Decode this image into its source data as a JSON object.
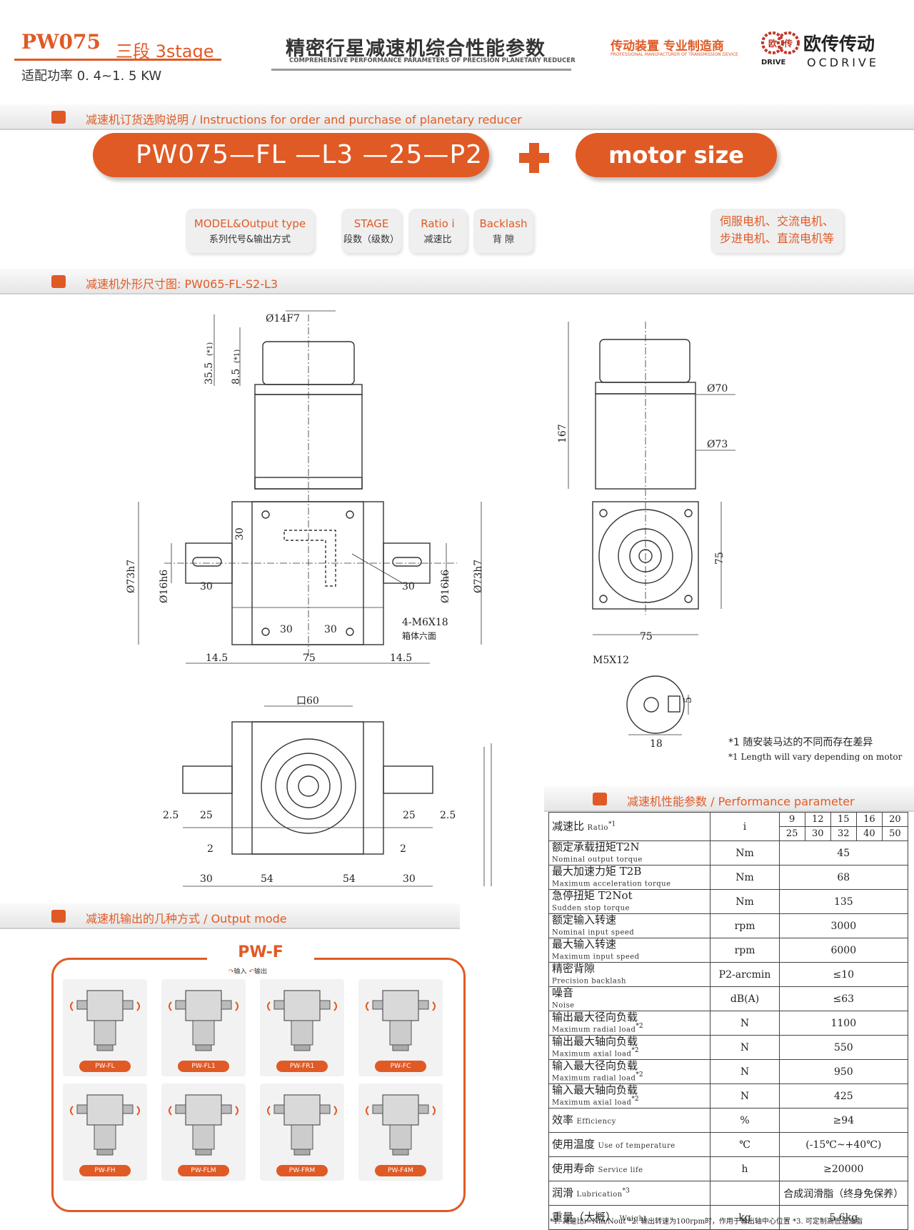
{
  "header": {
    "model": "PW075",
    "stage": "三段 3stage",
    "power": "适配功率 0. 4~1. 5 KW",
    "title_cn": "精密行星减速机综合性能参数",
    "title_en": "COMPREHENSIVE PERFORMANCE PARAMETERS OF PRECISION PLANETARY REDUCER",
    "tagline_cn": "传动装置 专业制造商",
    "tagline_en": "PROFESSIONAL MANUFACTURER OF TRANSMISSION DEVICE",
    "brand_cn": "欧传传动",
    "brand_en": "OCDRIVE",
    "logo_small": "DRIVE",
    "logo_chars": [
      "欧",
      "传"
    ]
  },
  "sections": {
    "order": {
      "cn": "减速机订货选购说明",
      "en": " / Instructions for order and purchase of planetary reducer"
    },
    "drawing": {
      "cn": "减速机外形尺寸图",
      "en": ": PW065-FL-S2-L3"
    },
    "output": {
      "cn": "减速机输出的几种方式",
      "en": " / Output mode"
    },
    "performance": {
      "cn": "减速机性能参数",
      "en": " / Performance parameter"
    }
  },
  "order": {
    "code": "PW075—FL —L3 —25—P2",
    "plus": "+",
    "motor_size": "motor size",
    "chips": [
      {
        "en": "MODEL&Output type",
        "cn": "系列代号&输出方式"
      },
      {
        "en": "STAGE",
        "cn": "段数（级数）"
      },
      {
        "en": "Ratio i",
        "cn": "减速比"
      },
      {
        "en": "Backlash",
        "cn": "背  隙"
      }
    ],
    "motor_types_line1": "伺服电机、交流电机、",
    "motor_types_line2": "步进电机、直流电机等"
  },
  "drawing": {
    "labels": {
      "shaft_bore": "Ø14F7",
      "len_35": "35.5",
      "star1": "(*1)",
      "len_8": "8.5",
      "d73a": "Ø73h7",
      "d73b": "Ø73h7",
      "d16a": "Ø16h6",
      "d16b": "Ø16h6",
      "d30": "30",
      "d75": "75",
      "d14_5": "14.5",
      "screw": "4-M6X18",
      "screw_cn": "箱体六面",
      "len_167": "167",
      "d70": "Ø70",
      "d73": "Ø73",
      "m5": "M5X12",
      "d5": "5",
      "d18": "18",
      "sq60": "口60",
      "d2_5": "2.5",
      "d25": "25",
      "d2": "2",
      "d54": "54"
    },
    "footnote_cn": "*1 随安装马达的不同而存在差异",
    "footnote_en": "*1 Length will vary depending on motor"
  },
  "output_mode": {
    "title": "PW-F",
    "legend_in": "输入",
    "legend_out": "输出",
    "cards": [
      "PW-FL",
      "PW-FL1",
      "PW-FR1",
      "PW-FC",
      "PW-FH",
      "PW-FLM",
      "PW-FRM",
      "PW-F4M"
    ]
  },
  "performance": {
    "ratio_label_cn": "减速比",
    "ratio_label_en": "Ratio",
    "ratio_unit": "i",
    "ratios_row1": [
      "9",
      "12",
      "15",
      "16",
      "20"
    ],
    "ratios_row2": [
      "25",
      "30",
      "32",
      "40",
      "50"
    ],
    "rows": [
      {
        "cn": "额定承载扭矩T2N",
        "en": "Nominal output torque",
        "unit": "Nm",
        "value": "45",
        "sup": ""
      },
      {
        "cn": "最大加速力矩 T2B",
        "en": "Maximum acceleration torque",
        "unit": "Nm",
        "value": "68",
        "sup": ""
      },
      {
        "cn": "急停扭矩 T2Not",
        "en": "Sudden stop torque",
        "unit": "Nm",
        "value": "135",
        "sup": ""
      },
      {
        "cn": "额定输入转速",
        "en": "Nominal input speed",
        "unit": "rpm",
        "value": "3000",
        "sup": ""
      },
      {
        "cn": "最大输入转速",
        "en": "Maximum input speed",
        "unit": "rpm",
        "value": "6000",
        "sup": ""
      },
      {
        "cn": "精密背隙",
        "en": "Precision backlash",
        "unit": "P2-arcmin",
        "value": "≤10",
        "sup": ""
      },
      {
        "cn": "噪音",
        "en": "Noise",
        "unit": "dB(A)",
        "value": "≤63",
        "sup": ""
      },
      {
        "cn": "输出最大径向负载",
        "en": "Maximum radial load",
        "unit": "N",
        "value": "1100",
        "sup": "*2"
      },
      {
        "cn": "输出最大轴向负载",
        "en": "Maximum axial load",
        "unit": "N",
        "value": "550",
        "sup": "*2"
      },
      {
        "cn": "输入最大径向负载",
        "en": "Maximum radial load",
        "unit": "N",
        "value": "950",
        "sup": "*2"
      },
      {
        "cn": "输入最大轴向负载",
        "en": "Maximum axial load",
        "unit": "N",
        "value": "425",
        "sup": "*2"
      },
      {
        "cn": "效率",
        "en": "Efficiency",
        "unit": "%",
        "value": "≥94",
        "sup": ""
      },
      {
        "cn": "使用温度",
        "en": "Use of temperature",
        "unit": "℃",
        "value": "(-15℃~+40℃)",
        "sup": ""
      },
      {
        "cn": "使用寿命",
        "en": "Service life",
        "unit": "h",
        "value": "≥20000",
        "sup": ""
      },
      {
        "cn": "润滑",
        "en": "Lubrication",
        "unit": "",
        "value": "合成润滑脂（终身免保养）",
        "sup": "*3"
      },
      {
        "cn": "重量（大概）",
        "en": "Weight",
        "unit": "kg",
        "value": "5.6kg",
        "sup": ""
      }
    ],
    "footnote": "*1. 减速比i=Nin/Nout   *2. 输出转速为100rpm时，作用于输出轴中心位置   *3. 可定制高低温油脂"
  },
  "colors": {
    "accent": "#e05a25",
    "gray": "#9a9a9a"
  }
}
